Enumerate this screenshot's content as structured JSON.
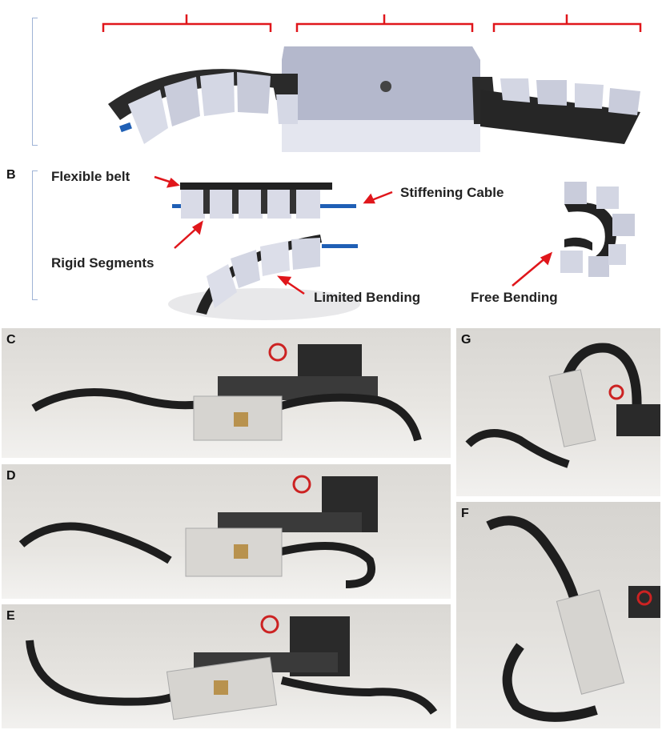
{
  "panels": {
    "b": "B",
    "c": "C",
    "d": "D",
    "e": "E",
    "f": "F",
    "g": "G"
  },
  "labels": {
    "flexible_belt": "Flexible belt",
    "stiffening_cable": "Stiffening Cable",
    "rigid_segments": "Rigid Segments",
    "limited_bending": "Limited Bending",
    "free_bending": "Free Bending"
  },
  "colors": {
    "annotation_red": "#e0161b",
    "belt_black": "#222222",
    "segment_gray": "#c9ccd9",
    "cable_blue": "#1f5fb5",
    "photo_bg": "#d8d6d2"
  }
}
